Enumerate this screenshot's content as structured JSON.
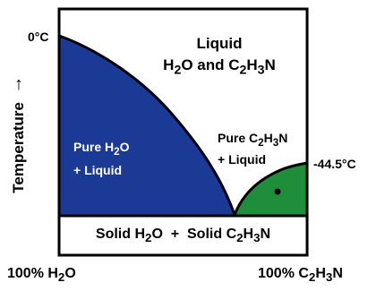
{
  "diagram": {
    "y_axis_label": "Temperature",
    "y_arrow": "↑",
    "x_left_label": [
      "100% H",
      "2",
      "O"
    ],
    "x_right_label": [
      "100% C",
      "2",
      "H",
      "3",
      "N"
    ],
    "temp_left": "0°C",
    "temp_right": "-44.5°C",
    "region_liquid": {
      "line1": "Liquid",
      "line2": [
        "H",
        "2",
        "O and C",
        "2",
        "H",
        "3",
        "N"
      ]
    },
    "region_h2o_liquid": {
      "line1": [
        "Pure H",
        "2",
        "O"
      ],
      "line2": "+ Liquid"
    },
    "region_c2h3n_liquid": {
      "line1": [
        "Pure C",
        "2",
        "H",
        "3",
        "N"
      ],
      "line2": "+ Liquid"
    },
    "region_solid": [
      "Solid H",
      "2",
      "O  +  Solid C",
      "2",
      "H",
      "3",
      "N"
    ],
    "colors": {
      "h2o_region": "#1b3a95",
      "c2h3n_region": "#1e8e3a",
      "outline": "#000000",
      "background": "#ffffff"
    }
  }
}
